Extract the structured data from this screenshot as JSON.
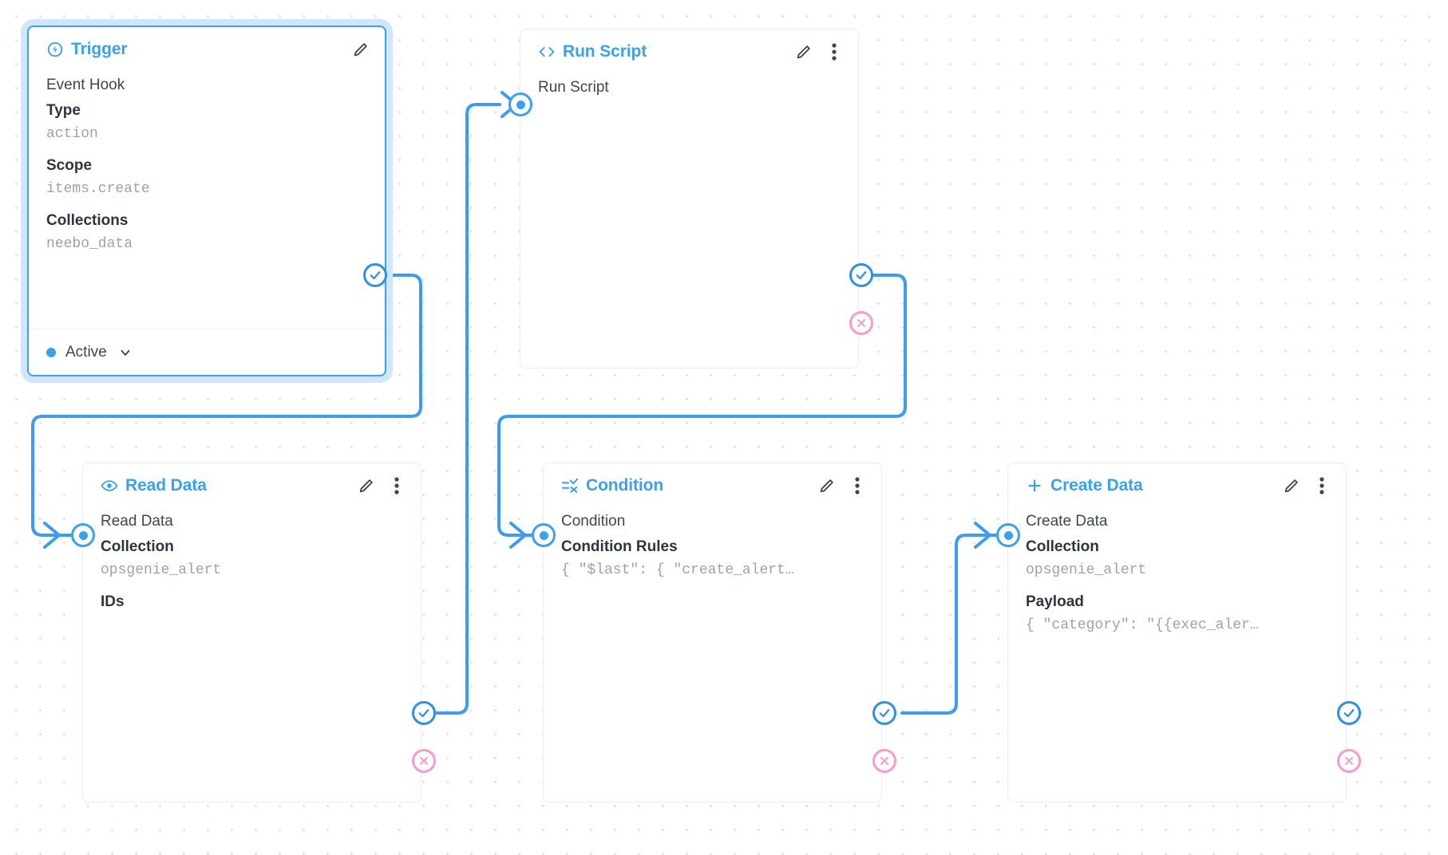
{
  "canvas": {
    "background": "#ffffff",
    "grid_color": "#e4e5e8",
    "accent": "#3ba1ec",
    "success_color": "#2e90e5",
    "error_color": "#f89ad0"
  },
  "nodes": [
    {
      "id": "trigger",
      "title": "Trigger",
      "icon": "bolt-circle-icon",
      "selected": true,
      "row_name": "Event Hook",
      "fields": [
        {
          "label": "Type",
          "value": "action"
        },
        {
          "label": "Scope",
          "value": "items.create"
        },
        {
          "label": "Collections",
          "value": "neebo_data"
        }
      ],
      "footer": {
        "status": "Active",
        "chevron": "chevron-down-icon"
      },
      "has_menu": false,
      "edit_label": "pencil-icon"
    },
    {
      "id": "run-script",
      "title": "Run Script",
      "icon": "code-brackets-icon",
      "selected": false,
      "row_name": "Run Script",
      "fields": [],
      "has_menu": true
    },
    {
      "id": "read-data",
      "title": "Read Data",
      "icon": "eye-icon",
      "selected": false,
      "row_name": "Read Data",
      "fields": [
        {
          "label": "Collection",
          "value": "opsgenie_alert"
        },
        {
          "label": "IDs",
          "value": ""
        }
      ],
      "has_menu": true
    },
    {
      "id": "condition",
      "title": "Condition",
      "icon": "filter-check-icon",
      "selected": false,
      "row_name": "Condition",
      "fields": [
        {
          "label": "Condition Rules",
          "value": "{ \"$last\": { \"create_alert…"
        }
      ],
      "has_menu": true
    },
    {
      "id": "create-data",
      "title": "Create Data",
      "icon": "plus-icon",
      "selected": false,
      "row_name": "Create Data",
      "fields": [
        {
          "label": "Collection",
          "value": "opsgenie_alert"
        },
        {
          "label": "Payload",
          "value": "{ \"category\": \"{{exec_aler…"
        }
      ],
      "has_menu": true
    }
  ],
  "ports": {
    "resolve_label": "resolve-port",
    "reject_label": "reject-port",
    "input_label": "input-port"
  }
}
